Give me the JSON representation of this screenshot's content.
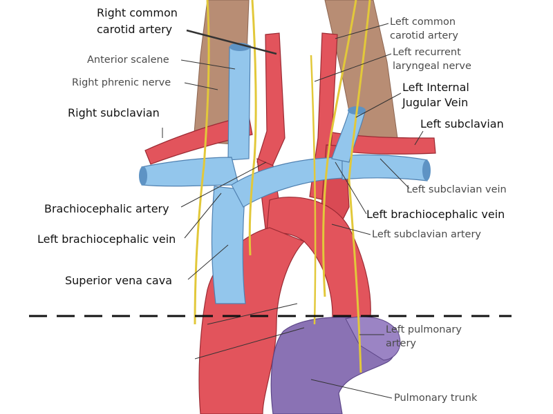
{
  "labels": {
    "right_common_carotid_line1": "Right common",
    "right_common_carotid_line2": "carotid artery",
    "left_common_carotid_line1": "Left common",
    "left_common_carotid_line2": "carotid artery",
    "anterior_scalene": "Anterior scalene",
    "left_recurrent_laryngeal_line1": "Left recurrent",
    "left_recurrent_laryngeal_line2": "laryngeal nerve",
    "right_phrenic_nerve": "Right phrenic nerve",
    "left_internal_jugular_line1": "Left Internal",
    "left_internal_jugular_line2": "Jugular Vein",
    "right_subclavian": "Right subclavian",
    "left_subclavian": "Left subclavian",
    "left_subclavian_vein": "Left subclavian vein",
    "brachiocephalic_artery": "Brachiocephalic artery",
    "left_brachiocephalic_vein_right_side": "Left brachiocephalic vein",
    "left_brachiocephalic_vein_left_side": "Left brachiocephalic vein",
    "left_subclavian_artery": "Left subclavian artery",
    "superior_vena_cava": "Superior vena cava",
    "left_pulmonary_artery_line1": "Left pulmonary",
    "left_pulmonary_artery_line2": "artery",
    "pulmonary_trunk": "Pulmonary trunk"
  },
  "colors": {
    "artery": "#e2545c",
    "artery_dark": "#b8323c",
    "vein": "#93c6ec",
    "vein_dark": "#5e93c4",
    "pulmonary": "#8a72b4",
    "muscle": "#b88d74",
    "nerve": "#e2c83a",
    "leader": "#333333"
  }
}
